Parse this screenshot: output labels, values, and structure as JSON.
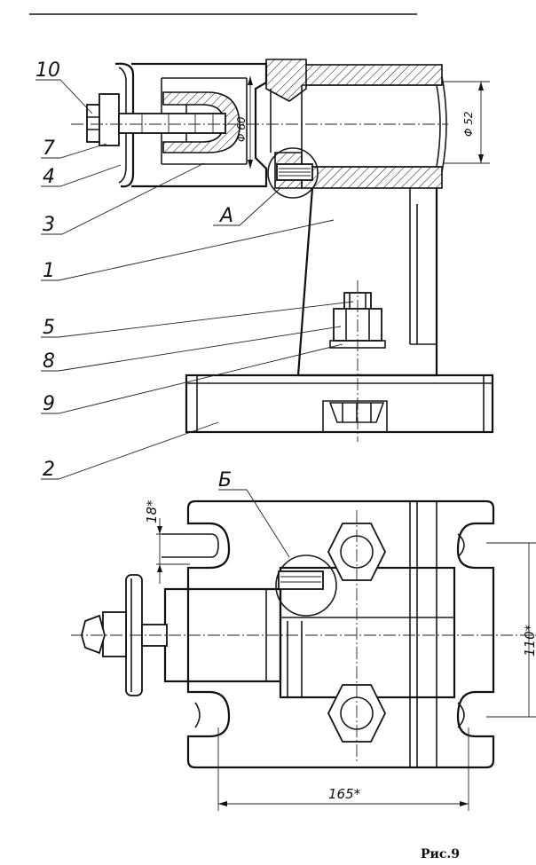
{
  "part_labels": {
    "p10": "10",
    "p7": "7",
    "p4": "4",
    "p3": "3",
    "pA": "А",
    "p1": "1",
    "p5": "5",
    "p8": "8",
    "p9": "9",
    "p2": "2",
    "pB": "Б"
  },
  "dimensions": {
    "d60": "Φ 60",
    "d52": "Φ 52",
    "d18": "18*",
    "d110": "110*",
    "d165": "165*"
  },
  "caption": "Рис.9"
}
